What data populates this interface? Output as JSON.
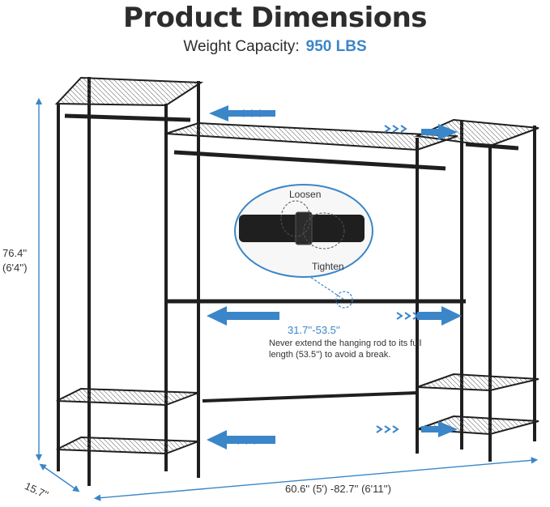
{
  "header": {
    "title": "Product Dimensions",
    "capacity_label": "Weight Capacity:",
    "capacity_value": "950 LBS"
  },
  "dimensions": {
    "height_in": "76.4''",
    "height_ft": "(6'4'')",
    "depth": "15.7''",
    "width": "60.6'' (5') -82.7'' (6'11'')"
  },
  "rod": {
    "range": "31.7''-53.5''",
    "note": "Never extend the hanging rod to its full length (53.5'') to avoid a break.",
    "loosen": "Loosen",
    "tighten": "Tighten"
  },
  "colors": {
    "accent": "#3a86c8",
    "frame": "#1f1f1f"
  }
}
